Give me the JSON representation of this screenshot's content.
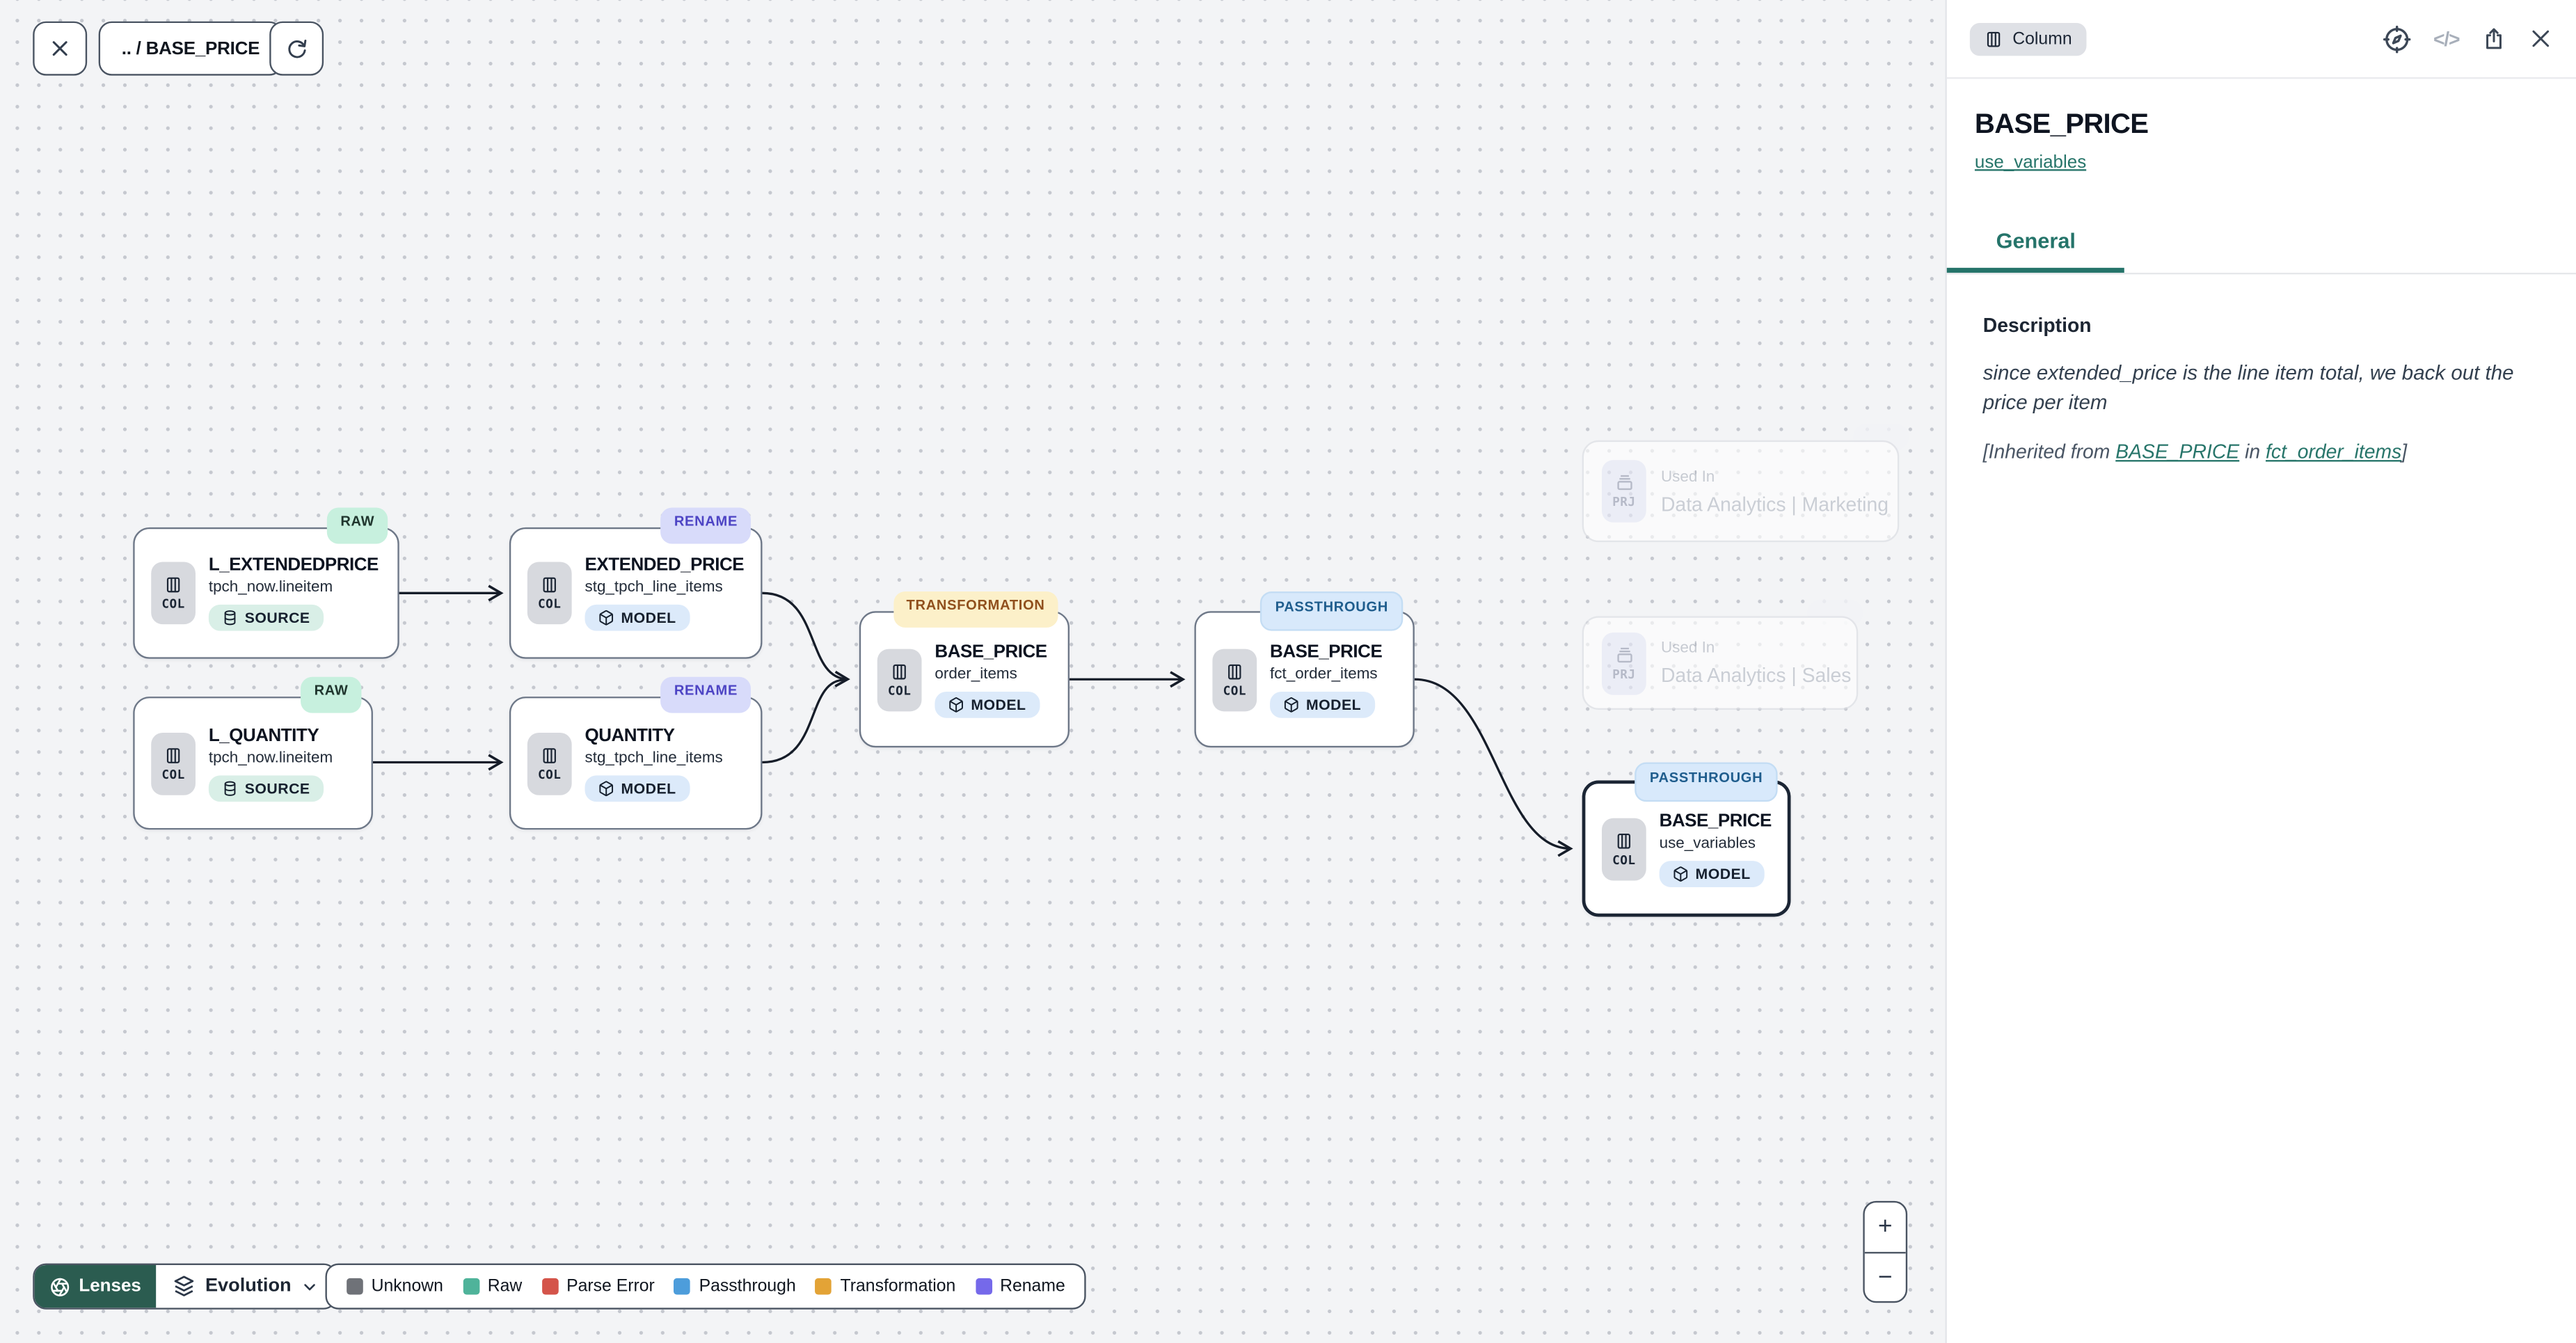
{
  "toolbar": {
    "breadcrumb": ".. / BASE_PRICE",
    "icons": [
      "close-icon",
      "refresh-icon"
    ]
  },
  "panel": {
    "type_badge": "Column",
    "header_icons": [
      "compass-icon",
      "code-icon",
      "share-icon",
      "close-icon"
    ],
    "code_glyph": "</>",
    "title": "BASE_PRICE",
    "model_link": "use_variables",
    "tab_general": "General",
    "description_label": "Description",
    "description_text": "since extended_price is the line item total, we back out the price per item",
    "inherited_prefix": "[Inherited from ",
    "inherited_link_column": "BASE_PRICE",
    "inherited_middle": " in ",
    "inherited_link_model": "fct_order_items",
    "inherited_suffix": "]"
  },
  "canvas": {
    "nodes": [
      {
        "tag": "RAW",
        "type": "COL",
        "title": "L_EXTENDEDPRICE",
        "subtitle": "tpch_now.lineitem",
        "badge": "SOURCE"
      },
      {
        "tag": "RENAME",
        "type": "COL",
        "title": "EXTENDED_PRICE",
        "subtitle": "stg_tpch_line_items",
        "badge": "MODEL"
      },
      {
        "tag": "RAW",
        "type": "COL",
        "title": "L_QUANTITY",
        "subtitle": "tpch_now.lineitem",
        "badge": "SOURCE"
      },
      {
        "tag": "RENAME",
        "type": "COL",
        "title": "QUANTITY",
        "subtitle": "stg_tpch_line_items",
        "badge": "MODEL"
      },
      {
        "tag": "TRANSFORMATION",
        "type": "COL",
        "title": "BASE_PRICE",
        "subtitle": "order_items",
        "badge": "MODEL"
      },
      {
        "tag": "PASSTHROUGH",
        "type": "COL",
        "title": "BASE_PRICE",
        "subtitle": "fct_order_items",
        "badge": "MODEL"
      },
      {
        "tag": "PASSTHROUGH",
        "type": "COL",
        "title": "BASE_PRICE",
        "subtitle": "use_variables",
        "badge": "MODEL",
        "selected": true
      }
    ],
    "used_in_cards": [
      {
        "type": "PRJ",
        "label": "Used In",
        "value": "Data Analytics | Marketing"
      },
      {
        "type": "PRJ",
        "label": "Used In",
        "value": "Data Analytics | Sales"
      }
    ]
  },
  "controls": {
    "lenses_label": "Lenses",
    "lens_selected": "Evolution",
    "zoom_in": "+",
    "zoom_out": "−"
  },
  "legend": {
    "items": [
      {
        "label": "Unknown",
        "color": "#6f7278"
      },
      {
        "label": "Raw",
        "color": "#4fb39a"
      },
      {
        "label": "Parse Error",
        "color": "#d4544a"
      },
      {
        "label": "Passthrough",
        "color": "#4d9ddb"
      },
      {
        "label": "Transformation",
        "color": "#e3a336"
      },
      {
        "label": "Rename",
        "color": "#7569ea"
      }
    ]
  },
  "colors": {
    "accent_teal": "#25746a",
    "lenses_button_bg": "#2b5c50",
    "tag_raw_bg": "#c7f0de",
    "tag_rename_bg": "#d8dbfa",
    "tag_transformation_bg": "#fcf0c9",
    "tag_passthrough_bg": "#d8e9fb",
    "canvas_bg": "#f3f4f6"
  }
}
